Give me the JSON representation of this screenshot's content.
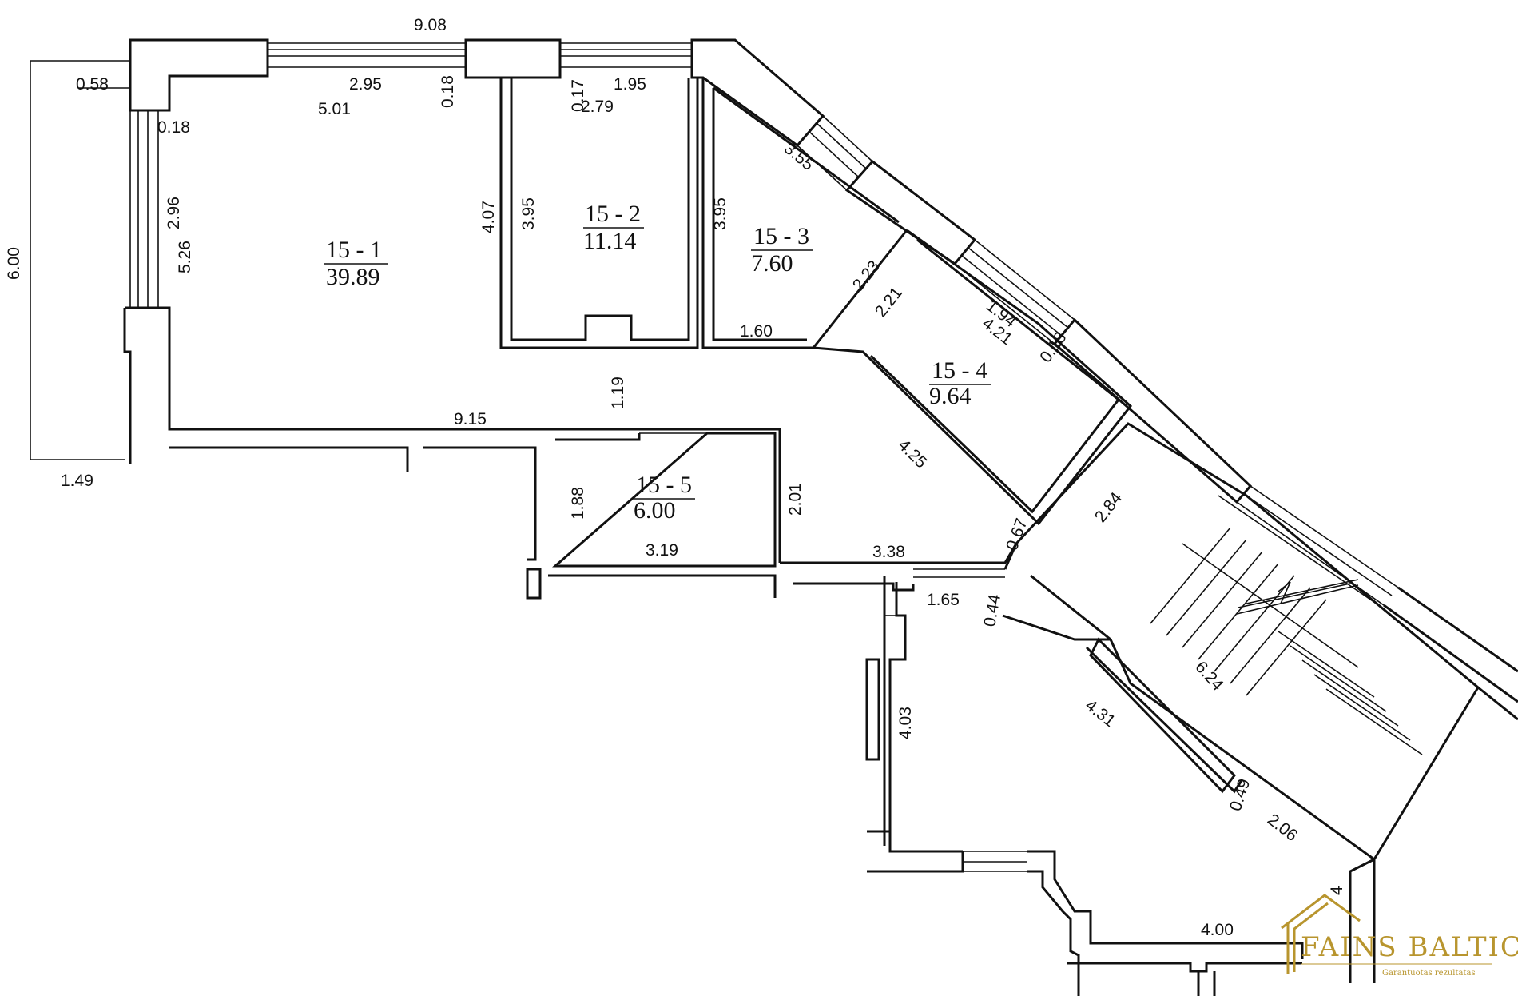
{
  "rooms": [
    {
      "code": "15 - 1",
      "area": "39.89"
    },
    {
      "code": "15 - 2",
      "area": "11.14"
    },
    {
      "code": "15 - 3",
      "area": "7.60"
    },
    {
      "code": "15 - 4",
      "area": "9.64"
    },
    {
      "code": "15 - 5",
      "area": "6.00"
    }
  ],
  "dimensions": {
    "d_9_08": "9.08",
    "d_0_58": "0.58",
    "d_2_95": "2.95",
    "d_5_01": "5.01",
    "d_0_18_a": "0.18",
    "d_0_18_b": "0.18",
    "d_0_17": "0.17",
    "d_1_95": "1.95",
    "d_2_79": "2.79",
    "d_6_00": "6.00",
    "d_2_96": "2.96",
    "d_5_26": "5.26",
    "d_4_07": "4.07",
    "d_3_95_a": "3.95",
    "d_3_95_b": "3.95",
    "d_3_55": "3.55",
    "d_2_23": "2.23",
    "d_2_21": "2.21",
    "d_1_94": "1.94",
    "d_4_21": "4.21",
    "d_0_18_c": "0.18",
    "d_1_60": "1.60",
    "d_1_19": "1.19",
    "d_9_15": "9.15",
    "d_1_49": "1.49",
    "d_4_25": "4.25",
    "d_2_84": "2.84",
    "d_1_88": "1.88",
    "d_2_01": "2.01",
    "d_3_19": "3.19",
    "d_3_38": "3.38",
    "d_0_67": "0.67",
    "d_1_65": "1.65",
    "d_0_44": "0.44",
    "d_6_24": "6.24",
    "d_4_03": "4.03",
    "d_4_31": "4.31",
    "d_0_49": "0.49",
    "d_2_06": "2.06",
    "d_4_00": "4.00",
    "d_4_partial": "4"
  },
  "logo": {
    "name": "FAINS BALTICA",
    "tagline": "Garantuotas rezultatas",
    "color": "#b8952e"
  }
}
